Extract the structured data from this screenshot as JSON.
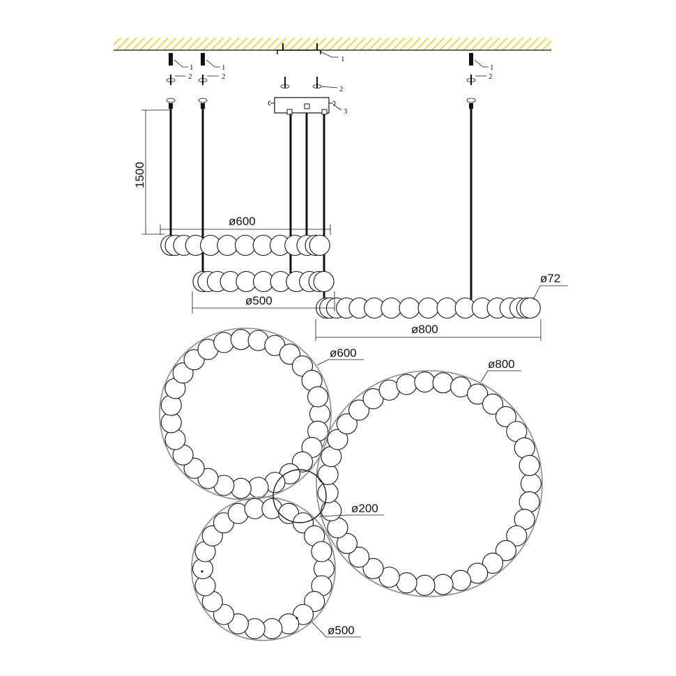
{
  "colors": {
    "ceiling_hatch": "#e8d94a",
    "line": "#111111",
    "ring_outline": "#8a8a8a"
  },
  "callouts": {
    "part1": "1",
    "part2": "2",
    "part3": "3"
  },
  "dimensions": {
    "drop": "1500",
    "ring_600": "ø600",
    "ring_500": "ø500",
    "ring_800": "ø800",
    "ball": "ø72",
    "plan_600": "ø600",
    "plan_800": "ø800",
    "plan_500": "ø500",
    "plan_200": "ø200"
  }
}
